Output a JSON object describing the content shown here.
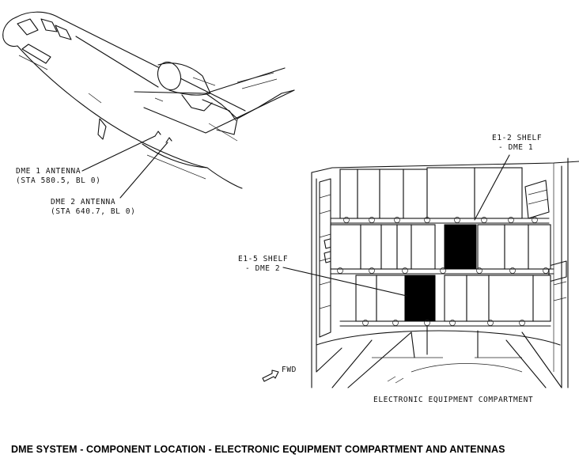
{
  "labels": {
    "dme1_antenna_title": "DME 1 ANTENNA",
    "dme1_antenna_station": "(STA 580.5, BL 0)",
    "dme2_antenna_title": "DME 2 ANTENNA",
    "dme2_antenna_station": "(STA 640.7, BL 0)",
    "e12_shelf_title": "E1-2 SHELF",
    "e12_shelf_sub": "- DME 1",
    "e15_shelf_title": "E1-5 SHELF",
    "e15_shelf_sub": "- DME 2",
    "fwd_arrow": "FWD",
    "compartment_caption": "ELECTRONIC EQUIPMENT COMPARTMENT"
  },
  "caption": "DME SYSTEM - COMPONENT LOCATION - ELECTRONIC EQUIPMENT COMPARTMENT AND ANTENNAS"
}
